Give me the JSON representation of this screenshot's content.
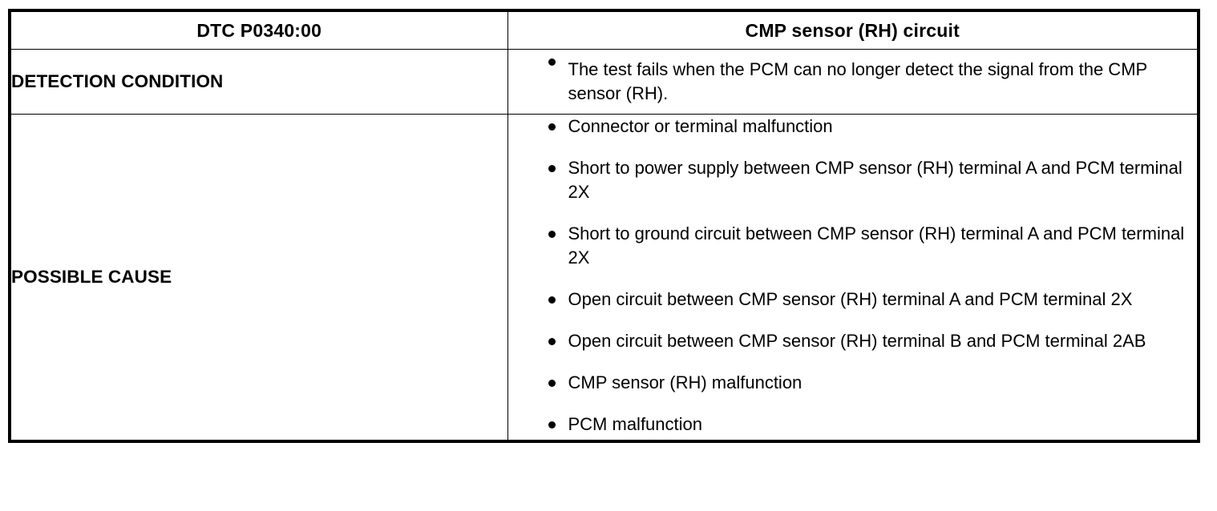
{
  "table": {
    "header": {
      "dtc_code": "DTC P0340:00",
      "circuit_name": "CMP sensor (RH) circuit"
    },
    "rows": [
      {
        "label": "DETECTION CONDITION",
        "bullets": [
          "The test fails when the PCM can no longer detect the signal from the CMP sensor (RH)."
        ]
      },
      {
        "label": "POSSIBLE CAUSE",
        "bullets": [
          "Connector or terminal malfunction",
          "Short to power supply between CMP sensor (RH) terminal A and PCM terminal 2X",
          "Short to ground circuit between CMP sensor (RH) terminal A and PCM terminal 2X",
          "Open circuit between CMP sensor (RH) terminal A and PCM terminal 2X",
          "Open circuit between CMP sensor (RH) terminal B and PCM terminal 2AB",
          "CMP sensor (RH) malfunction",
          "PCM malfunction"
        ]
      }
    ]
  },
  "colors": {
    "border": "#000000",
    "text": "#000000",
    "background": "#ffffff"
  }
}
